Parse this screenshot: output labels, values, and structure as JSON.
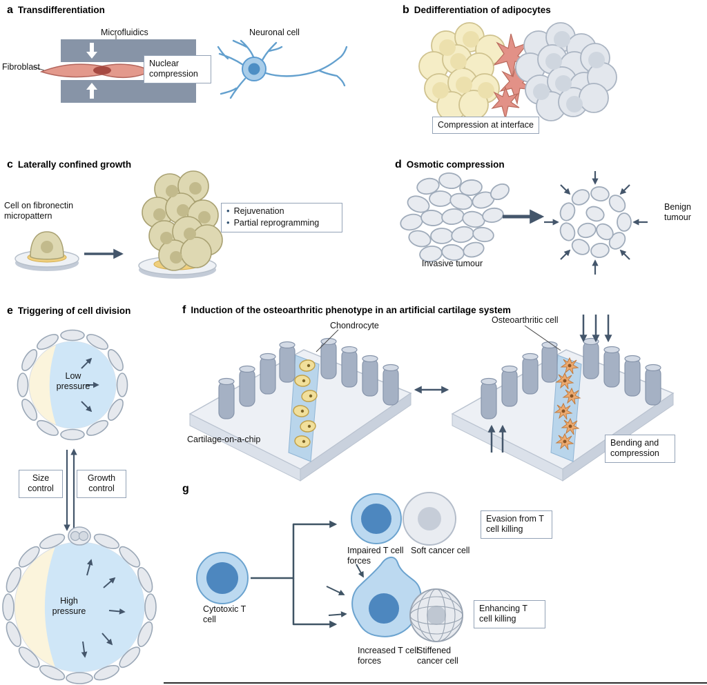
{
  "panels": {
    "a": {
      "letter": "a",
      "title": "Transdifferentiation",
      "microfluidics_label": "Microfluidics",
      "fibroblast_label": "Fibroblast",
      "nuclear_compression_label": "Nuclear compression",
      "neuronal_cell_label": "Neuronal cell"
    },
    "b": {
      "letter": "b",
      "title": "Dedifferentiation of adipocytes",
      "compression_label": "Compression at interface"
    },
    "c": {
      "letter": "c",
      "title": "Laterally confined growth",
      "micropattern_label": "Cell on fibronectin micropattern",
      "bullets": [
        "Rejuvenation",
        "Partial reprogramming"
      ]
    },
    "d": {
      "letter": "d",
      "title": "Osmotic compression",
      "invasive_label": "Invasive tumour",
      "benign_label": "Benign tumour"
    },
    "e": {
      "letter": "e",
      "title": "Triggering of cell division",
      "low_pressure_label": "Low pressure",
      "high_pressure_label": "High pressure",
      "size_control_label": "Size control",
      "growth_control_label": "Growth control"
    },
    "f": {
      "letter": "f",
      "title": "Induction of the osteoarthritic phenotype in an artificial cartilage system",
      "chondrocyte_label": "Chondrocyte",
      "osteoarthritic_label": "Osteoarthritic cell",
      "chip_label": "Cartilage-on-a-chip",
      "bending_label": "Bending and compression"
    },
    "g": {
      "letter": "g",
      "cytotoxic_label": "Cytotoxic T cell",
      "impaired_label": "Impaired T cell forces",
      "soft_label": "Soft cancer cell",
      "evasion_label": "Evasion from T cell killing",
      "increased_label": "Increased T cell forces",
      "stiffened_label": "Stiffened cancer cell",
      "enhancing_label": "Enhancing T cell killing"
    }
  },
  "colors": {
    "arrow_slate": "#44566b",
    "device_gray": "#8794a7",
    "fibroblast_red": "#e3998c",
    "fibroblast_nucleus": "#a64a42",
    "neuron_blue": "#a9cde9",
    "neuron_nucleus": "#4d8ec4",
    "adipocyte_yellow": "#f5edc6",
    "gray_cell": "#e6e9ee",
    "khaki_cell": "#ded8b2",
    "pressure_blue": "#cfe6f7",
    "pressure_yellow": "#fbf4dc",
    "tcell_blue": "#4d87bf",
    "tcell_rim": "#bcd9f0",
    "chip_channel": "#b9d5eb",
    "chondrocyte_yellow": "#f1df9b",
    "osteoarthritic_orange": "#ecaa70",
    "box_border": "#93a2b6"
  }
}
